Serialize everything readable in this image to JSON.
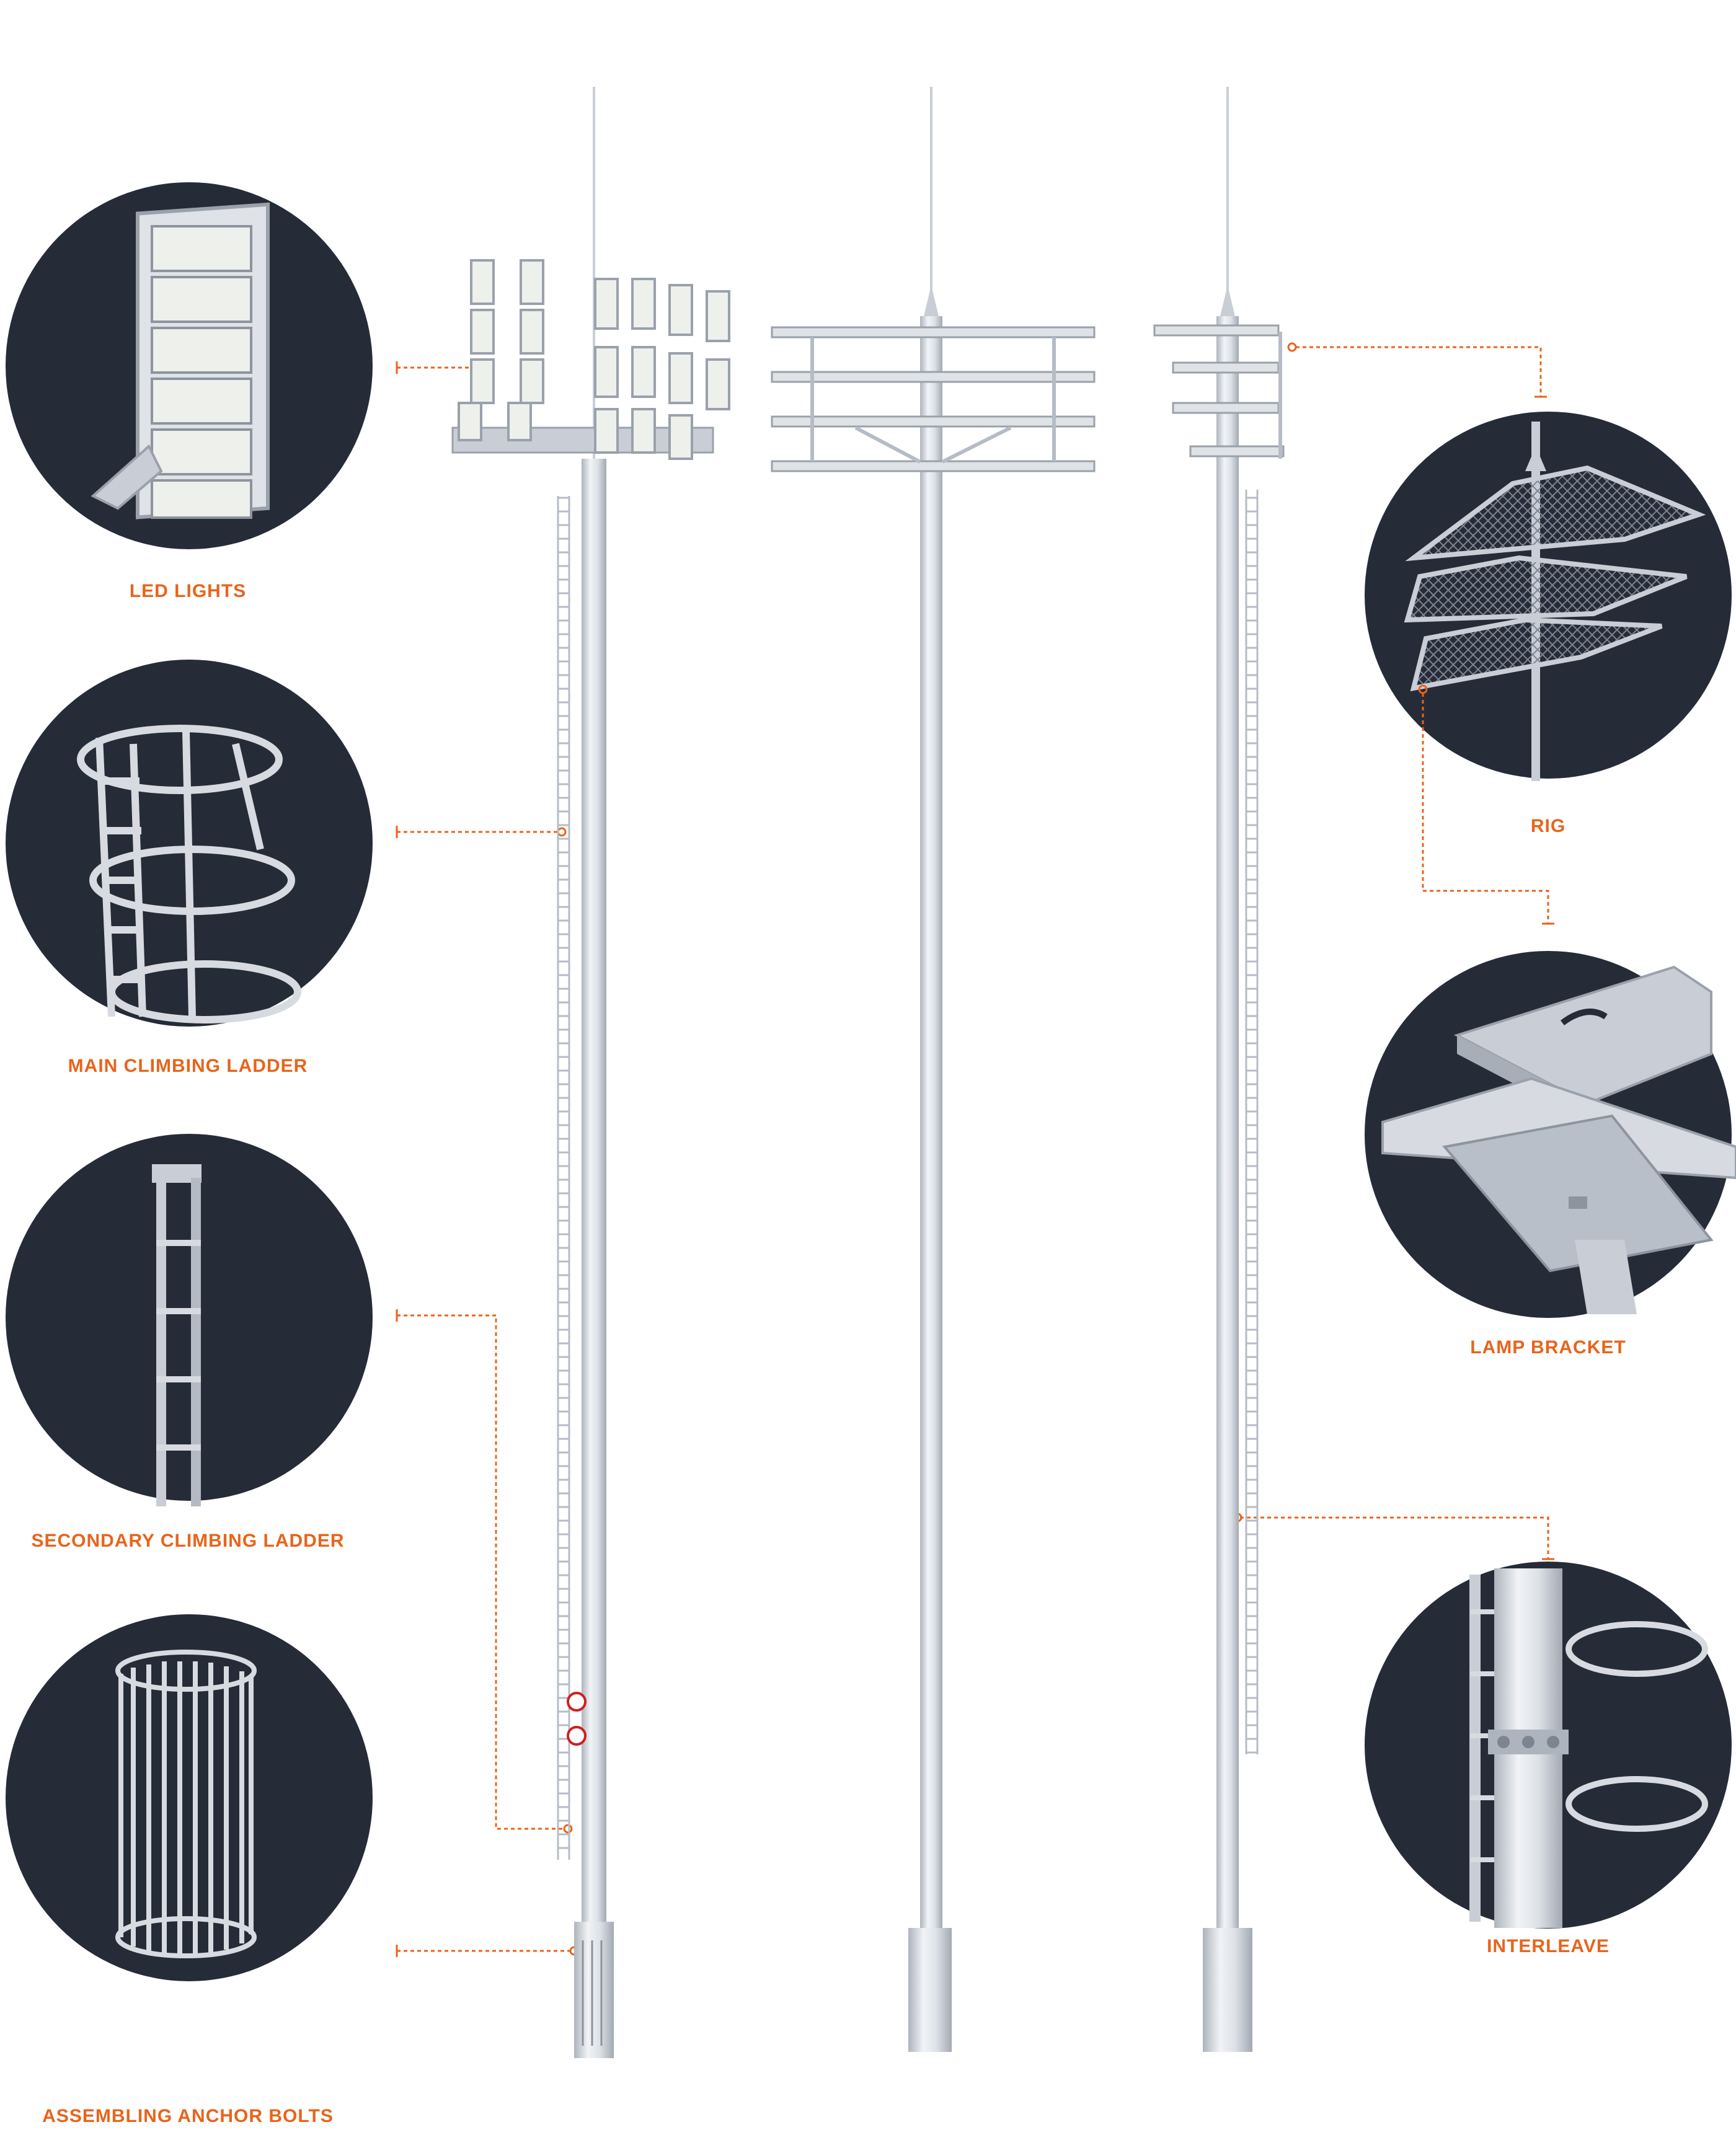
{
  "callouts": {
    "led_lights": "LED LIGHTS",
    "main_ladder": "MAIN CLIMBING LADDER",
    "secondary_ladder": "SECONDARY CLIMBING LADDER",
    "anchor_bolts": "ASSEMBLING ANCHOR BOLTS",
    "rig": "RIG",
    "lamp_bracket": "LAMP BRACKET",
    "interleave": "INTERLEAVE"
  },
  "colors": {
    "circle_bg": "#262b38",
    "accent": "#e8641b",
    "metal": "#c9ced6",
    "metal_dark": "#9aa1ab",
    "light_panel": "#eef0ec"
  },
  "icons": [
    "led-floodlight-icon",
    "cage-ladder-icon",
    "rail-ladder-icon",
    "anchor-cage-icon",
    "rig-frame-icon",
    "bracket-icon",
    "flange-joint-icon"
  ]
}
